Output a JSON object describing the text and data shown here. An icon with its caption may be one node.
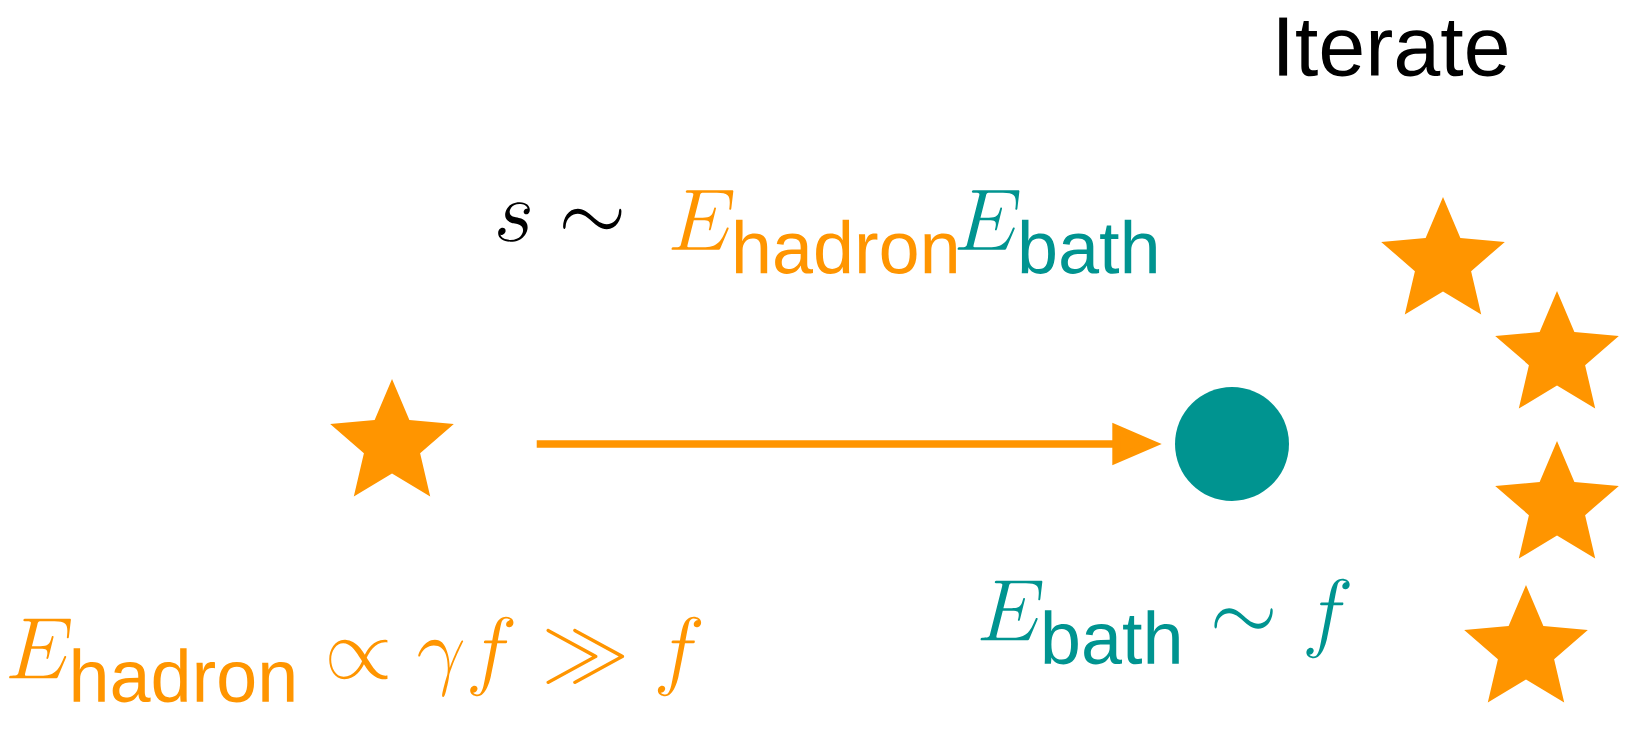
{
  "diagram": {
    "nodes": [
      {
        "text": [],
        "shape": "star",
        "beside": [
          "E_{\\mathrm{hadron}} \\propto \\gamma f \\gg f"
        ]
      },
      {
        "text": [],
        "shape": "circle",
        "beside": [
          "E_{\\mathrm{bath}} \\sim f"
        ]
      },
      {
        "text": [],
        "shape": "star"
      },
      {
        "text": [],
        "shape": "star"
      },
      {
        "text": [],
        "shape": "star"
      },
      {
        "text": [],
        "shape": "star"
      }
    ],
    "edges": [
      {
        "from": 0,
        "to": 1,
        "arrow": "to"
      }
    ],
    "labels": [
      "Iterate",
      "s \\sim",
      "E_{\\mathrm{hadron}}",
      "E_{\\mathrm{bath}}"
    ]
  }
}
